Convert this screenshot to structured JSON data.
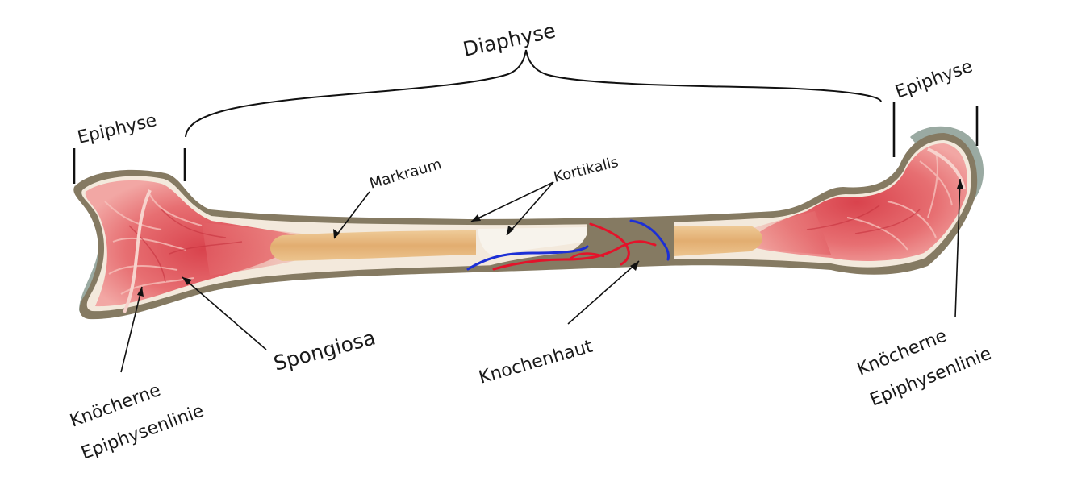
{
  "labels": {
    "diaphyse": "Diaphyse",
    "epiphyse_left": "Epiphyse",
    "epiphyse_right": "Epiphyse",
    "markraum": "Markraum",
    "kortikalis": "Kortikalis",
    "spongiosa": "Spongiosa",
    "knochenhaut": "Knochenhaut",
    "epiphysenlinie_left_line1": "Knöcherne",
    "epiphysenlinie_left_line2": "Epiphysenlinie",
    "epiphysenlinie_right_line1": "Knöcherne",
    "epiphysenlinie_right_line2": "Epiphysenlinie"
  },
  "colors": {
    "periosteum": "#857a62",
    "cortex": "#f2ebe0",
    "marrow": "#e6b77e",
    "spongy_bone": "#e36a6e",
    "spongy_light": "#f2a7a4",
    "cartilage": "#9aaaa2",
    "artery": "#e3132a",
    "vein": "#1c2fd6"
  }
}
